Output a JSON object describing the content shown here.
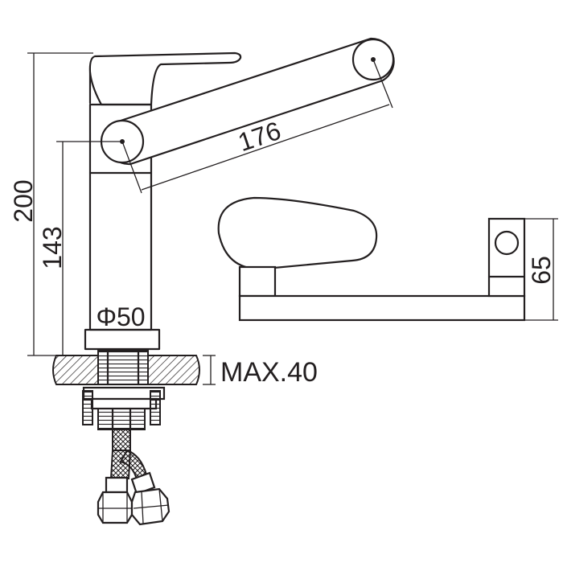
{
  "dimensions": {
    "height_total": "200",
    "height_spout": "143",
    "spout_length": "176",
    "base_diameter": "Φ50",
    "deck_thickness": "MAX.40",
    "side_height": "65"
  },
  "line_color": "#231f20"
}
